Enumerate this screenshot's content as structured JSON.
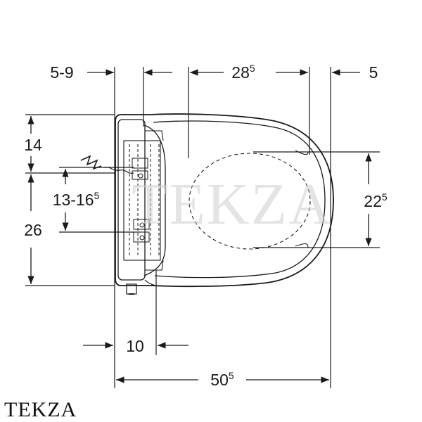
{
  "watermark": "TEKZA",
  "brand": "TEKZA",
  "dimensions": {
    "top_left": {
      "main": "5-9",
      "sup": ""
    },
    "top_middle": {
      "main": "28",
      "sup": "5"
    },
    "top_right": {
      "main": "5",
      "sup": ""
    },
    "left_upper": {
      "main": "14",
      "sup": ""
    },
    "left_range": {
      "main": "13-16",
      "sup": "5"
    },
    "left_lower": {
      "main": "26",
      "sup": ""
    },
    "right_height": {
      "main": "22",
      "sup": "5"
    },
    "bottom_small": {
      "main": "10",
      "sup": ""
    },
    "bottom_total": {
      "main": "50",
      "sup": "5"
    }
  },
  "colors": {
    "line": "#1a1a1a",
    "watermark": "#cfcfcf"
  }
}
